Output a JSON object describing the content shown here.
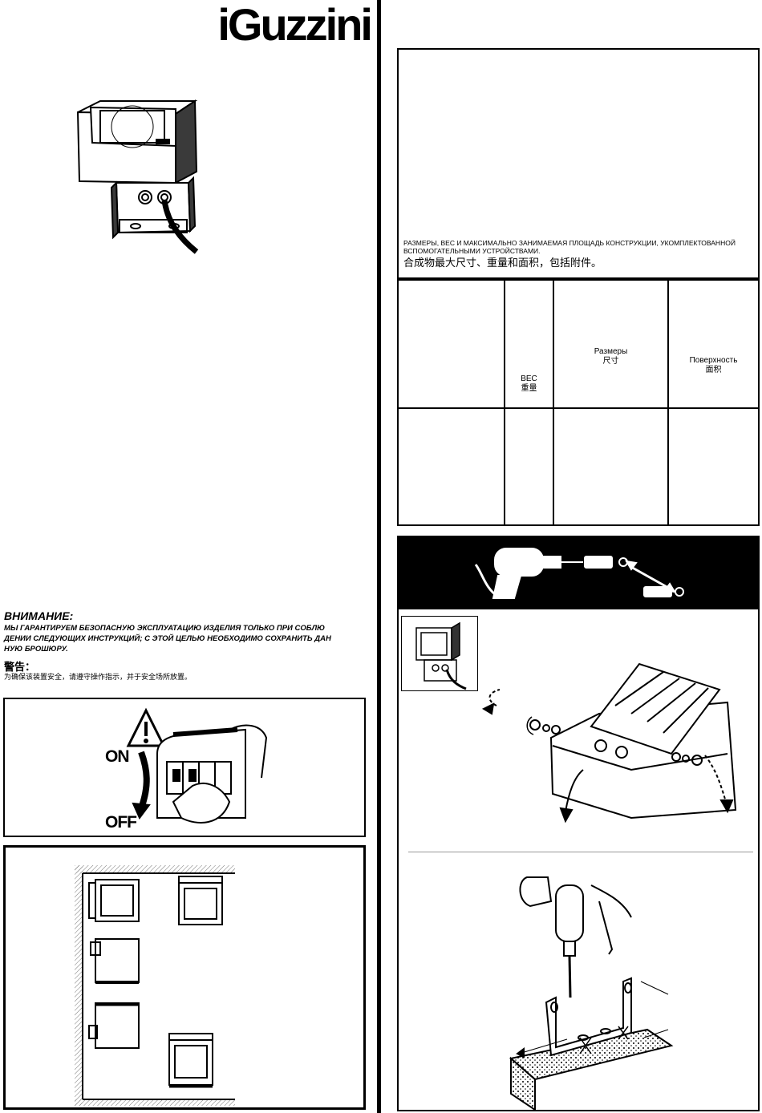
{
  "brand": {
    "logo_text": "iGuzzini"
  },
  "dimensions_panel": {
    "title_ru": "РАЗМЕРЫ, ВЕС И МАКСИМАЛЬНО ЗАНИМАЕМАЯ ПЛОЩАДЬ КОНСТРУКЦИИ, УКОМПЛЕКТОВАННОЙ ВСПОМОГАТЕЛЬНЫМИ УСТРОЙСТВАМИ.",
    "title_cn": "合成物最大尺寸、重量和面积，包括附件。",
    "table": {
      "headers": [
        {
          "ru": "",
          "cn": ""
        },
        {
          "ru": "ВЕС",
          "cn": "重量"
        },
        {
          "ru": "Размеры",
          "cn": "尺寸"
        },
        {
          "ru": "Поверхность",
          "cn": "面积"
        }
      ],
      "row": [
        "",
        "",
        "",
        ""
      ]
    }
  },
  "warning": {
    "title_ru": "ВНИМАНИЕ:",
    "body_ru_lines": [
      "МЫ ГАРАНТИРУЕМ БЕЗОПАСНУЮ ЭКСПЛУАТАЦИЮ ИЗДЕЛИЯ ТОЛЬКО ПРИ СОБЛЮ",
      "ДЕНИИ СЛЕДУЮЩИХ ИНСТРУКЦИЙ; С ЭТОЙ ЦЕЛЬЮ НЕОБХОДИМО СОХРАНИТЬ ДАН",
      "НУЮ БРОШЮРУ."
    ],
    "title_cn": "警告：",
    "body_cn": "为确保该装置安全，请遵守操作指示，并于安全场所放置。"
  },
  "power_switch": {
    "on_label": "ON",
    "off_label": "OFF"
  },
  "icons": [
    "product-illustration-icon",
    "drill-icon",
    "wall-plug-icon",
    "warning-triangle-icon",
    "switch-panel-icon",
    "hand-icon",
    "arrow-icon",
    "bracket-icon",
    "screw-icon"
  ],
  "colors": {
    "ink": "#000000",
    "paper": "#ffffff"
  }
}
